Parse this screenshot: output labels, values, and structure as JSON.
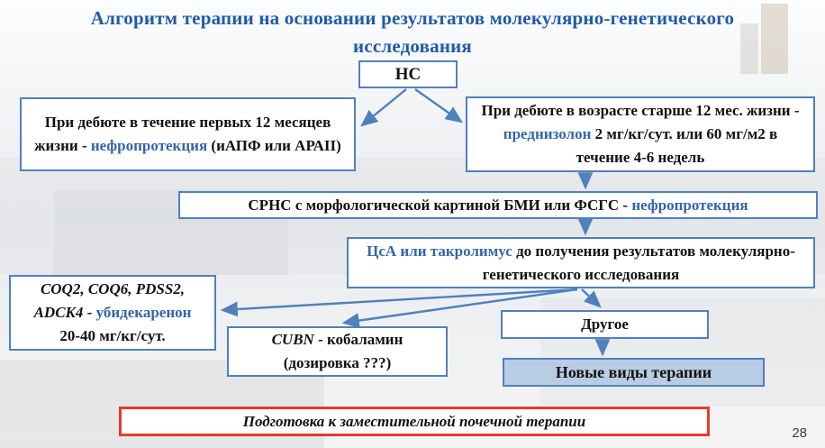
{
  "title": {
    "line1": "Алгоритм терапии на основании результатов молекулярно-генетического",
    "line2": "исследования"
  },
  "colors": {
    "title_blue": "#1f5bab",
    "highlight_blue": "#3465aa",
    "box_border_blue": "#4f81bd",
    "new_therapy_fill": "#b8cce4",
    "rrt_border_red": "#e8392e"
  },
  "nodes": {
    "ns": {
      "label": "НС"
    },
    "onset_early": {
      "t1": "При дебюте в течение первых 12 месяцев жизни - ",
      "hl": "нефропротекция",
      "t2": " (иАПФ или АРАII)"
    },
    "onset_late": {
      "t1": "При дебюте в возрасте старше 12 мес. жизни - ",
      "hl": "преднизолон",
      "t2": " 2 мг/кг/сут. или 60 мг/м2 в течение 4-6 недель"
    },
    "srns": {
      "t1": "СРНС с морфологической картиной БМИ или ФСГС - ",
      "hl": "нефропротекция"
    },
    "cni": {
      "hl": "ЦсА или такролимус",
      "t1": " до получения результатов молекулярно-генетического исследования"
    },
    "coq": {
      "line1_it": "COQ2, COQ6, PDSS2,",
      "line2_it": "ADCK4",
      "line2_t": " - ",
      "line2_hl": "убидекаренон",
      "line3": "20-40 мг/кг/сут."
    },
    "cubn": {
      "it": "CUBN",
      "t1": " - кобаламин",
      "t2": "(дозировка ???)"
    },
    "other": {
      "label": "Другое"
    },
    "new_therapy": {
      "label": "Новые виды терапии"
    },
    "rrt": {
      "label": "Подготовка к заместительной почечной терапии"
    }
  },
  "page_number": "28"
}
